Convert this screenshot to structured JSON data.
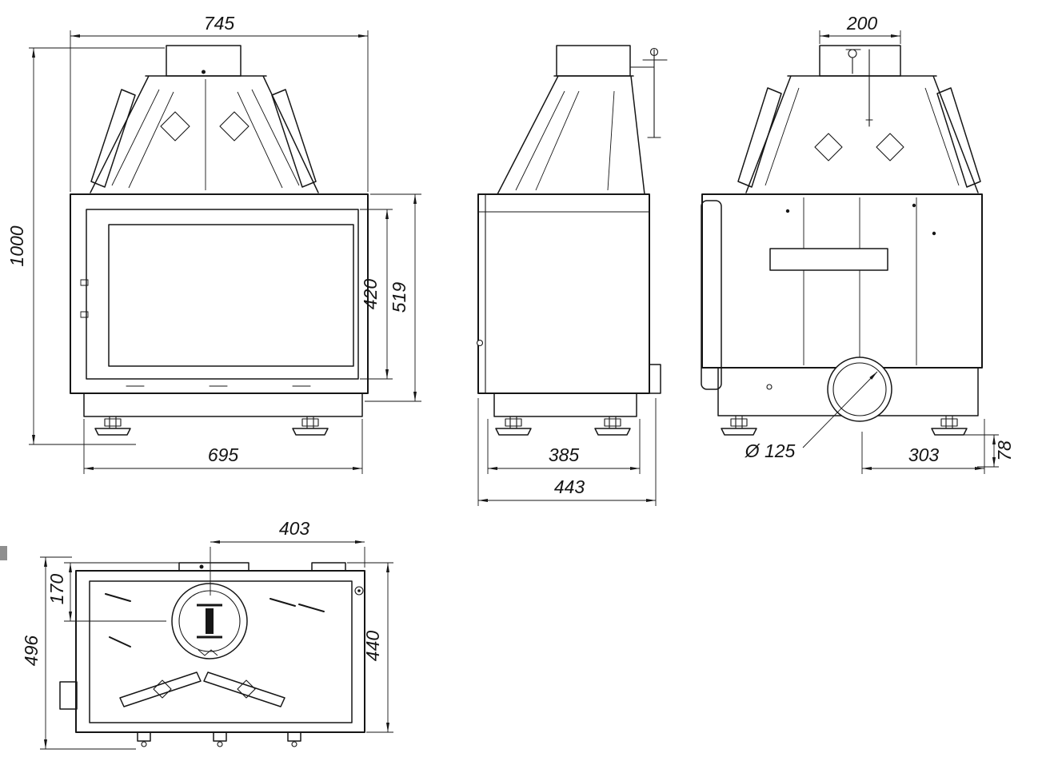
{
  "title": "Fireplace insert dimensional drawing",
  "colors": {
    "line": "#161616",
    "background": "#ffffff"
  },
  "views": {
    "front": {
      "dims": {
        "overall_width": "745",
        "overall_height": "1000",
        "door_glass_height": "420",
        "firebox_front_height": "519",
        "base_width": "695"
      }
    },
    "side": {
      "dims": {
        "body_depth": "385",
        "overall_depth": "443"
      }
    },
    "back": {
      "dims": {
        "flue_collar_width": "200",
        "flue_outlet_diameter": "Ø 125",
        "flue_center_to_edge": "303",
        "base_height": "78"
      }
    },
    "top": {
      "dims": {
        "flue_center_to_side": "403",
        "flue_center_to_front": "170",
        "overall_depth": "496",
        "body_depth": "440"
      }
    }
  }
}
